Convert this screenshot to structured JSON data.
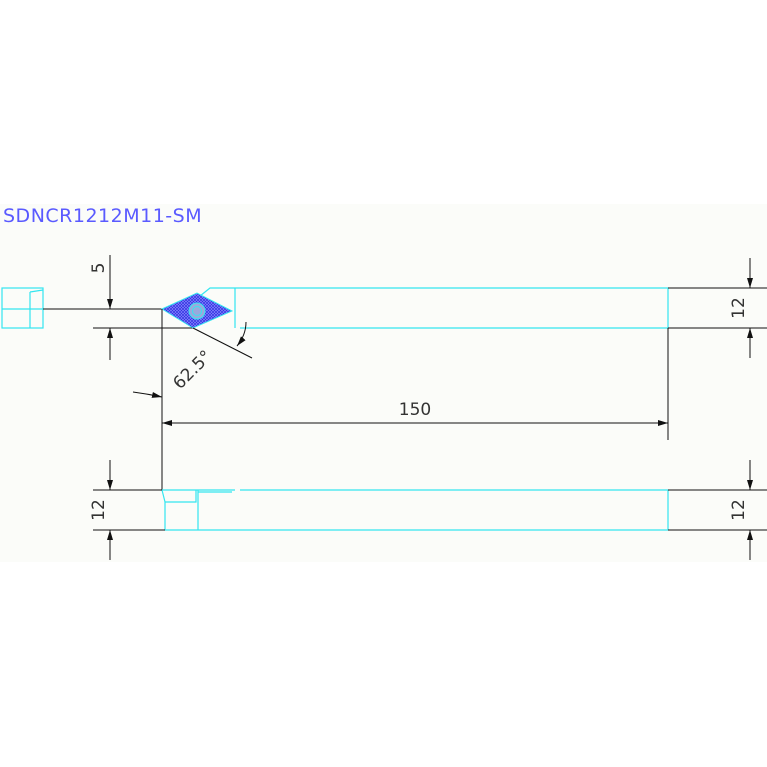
{
  "title": "SDNCR1212M11-SM",
  "dimensions": {
    "offset": "5",
    "angle": "62.5°",
    "length": "150",
    "height_top_right": "12",
    "height_bottom_left": "12",
    "height_bottom_right": "12"
  },
  "colors": {
    "outline": "#33e6f0",
    "insert": "#4a4aff",
    "title": "#5a5aff",
    "dimension": "#111111"
  }
}
